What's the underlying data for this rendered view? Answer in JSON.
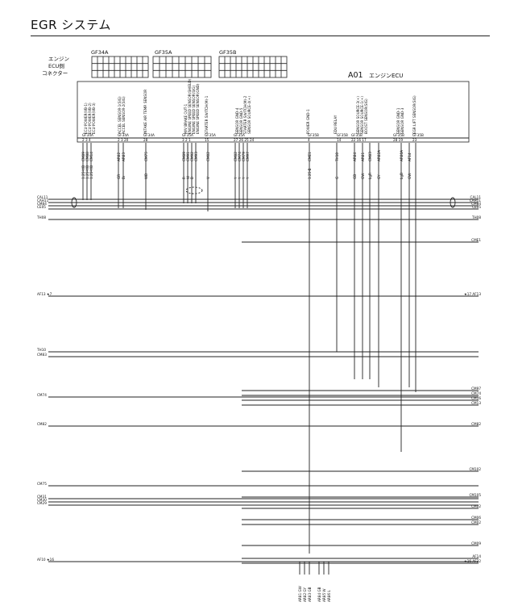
{
  "page": {
    "title": "EGR システム"
  },
  "ecu": {
    "name": "A01",
    "name_sub": "エンジンECU",
    "side_label": [
      "エンジン",
      "ECU側",
      "コネクター"
    ]
  },
  "connectors": [
    {
      "id": "GF34A"
    },
    {
      "id": "GF35A"
    },
    {
      "id": "GF35B"
    }
  ],
  "function_groups": [
    {
      "id": "f1",
      "lines": [
        "ECU POWER(VB-1)",
        "ECU POWER(VB-2)",
        "ECU POWER(VB-3)"
      ]
    },
    {
      "id": "f2",
      "lines": [
        "ACCEL SENSOR-1(SIG)",
        "ACCEL SENSOR-2(SIG)"
      ]
    },
    {
      "id": "f3",
      "lines": [
        "INTAKE AIR TEMP. SENSOR"
      ]
    },
    {
      "id": "f4",
      "lines": [
        "M/V BRAKE OUT-1",
        "ENGINE SPEED SENSOR(SHIELD)",
        "ENGINE SPEED SENSOR(SIG)",
        "ENGINE SPEED SENSOR(GND)"
      ]
    },
    {
      "id": "f5",
      "lines": [
        "STARTER SWITCH(M)-1"
      ]
    },
    {
      "id": "f6",
      "lines": [
        "SENSOR GND-4",
        "SENSOR GND-5",
        "STARTER SWITCH(M)-2",
        "SENSOR SOURCE-4(+)"
      ]
    },
    {
      "id": "f7",
      "lines": [
        "POWER GND-1"
      ]
    },
    {
      "id": "f8",
      "lines": [
        "EDU RELAY"
      ]
    },
    {
      "id": "f9",
      "lines": [
        "SENSOR SOURCE-3(+)",
        "SENSOR SOURCE-1(+)",
        "BOOST SENSOR(SIG)"
      ]
    },
    {
      "id": "f10",
      "lines": [
        "SENSOR GND-1",
        "SENSOR GND-3"
      ]
    },
    {
      "id": "f11",
      "lines": [
        "EGR LIFT SENSOR(SIG)"
      ]
    }
  ],
  "pin_groups": [
    {
      "conn": "GF34A",
      "pins": "2 3 4"
    },
    {
      "conn": "GF34A",
      "pins": "2 3 20"
    },
    {
      "conn": "GF34A",
      "pins": "28"
    },
    {
      "conn": "GF35A",
      "pins": "3 2 1"
    },
    {
      "conn": "GF35A",
      "pins": "15"
    },
    {
      "conn": "GF35A",
      "pins": "27 26 25 24"
    },
    {
      "conn": "GF35B",
      "pins": "4"
    },
    {
      "conn": "GF35B",
      "pins": "14"
    },
    {
      "conn": "GF35B",
      "pins": "22 16 17"
    },
    {
      "conn": "GF35B",
      "pins": "28 19"
    },
    {
      "conn": "GF35B",
      "pins": "23"
    }
  ],
  "wire_codes": [
    {
      "code": "CM89",
      "color": "1.25-Y/B"
    },
    {
      "code": "CM88",
      "color": "1.25-Y/B"
    },
    {
      "code": "CM14",
      "color": "1.25-Y/B"
    },
    {
      "code": "AR82",
      "color": "GR"
    },
    {
      "code": "AR83",
      "color": "Br"
    },
    {
      "code": "CM75",
      "color": "WB"
    },
    {
      "code": "CM89",
      "color": "R"
    },
    {
      "code": "CM91",
      "color": "W"
    },
    {
      "code": "CM92",
      "color": "B"
    },
    {
      "code": "CM93",
      "color": ""
    },
    {
      "code": "CM02",
      "color": "V"
    },
    {
      "code": "CM82",
      "color": "Y"
    },
    {
      "code": "CM74",
      "color": "Y"
    },
    {
      "code": "CM79",
      "color": "Y"
    },
    {
      "code": "CM97",
      "color": "Y"
    },
    {
      "code": "CME1",
      "color": "1.25-B"
    },
    {
      "code": "TH10",
      "color": "G"
    },
    {
      "code": "AR84",
      "color": "GB"
    },
    {
      "code": "AR81",
      "color": "GW"
    },
    {
      "code": "CM83",
      "color": "LgR"
    },
    {
      "code": "AR82A",
      "color": "GY"
    },
    {
      "code": "AR80A",
      "color": "LgB"
    },
    {
      "code": "AF14",
      "color": "GW"
    }
  ],
  "signals_left": [
    {
      "label": "CAL11"
    },
    {
      "label": "CAH11"
    },
    {
      "label": "CM84"
    },
    {
      "label": "CE05"
    },
    {
      "label": "TH08"
    },
    {
      "label": "AF13 ★7"
    },
    {
      "label": "TH10"
    },
    {
      "label": "CM83"
    },
    {
      "label": "CM74"
    },
    {
      "label": "CM82"
    },
    {
      "label": "CM75"
    },
    {
      "label": "CM31"
    },
    {
      "label": "CM30"
    },
    {
      "label": "CM29"
    },
    {
      "label": "AF10 ★16"
    }
  ],
  "signals_right": [
    {
      "label": "CAL11"
    },
    {
      "label": "CAH11"
    },
    {
      "label": "CM84"
    },
    {
      "label": "CE05"
    },
    {
      "label": "TH08"
    },
    {
      "label": "CME1"
    },
    {
      "label": "★17  AF13"
    },
    {
      "label": "CM97"
    },
    {
      "label": "CM74"
    },
    {
      "label": "CM16"
    },
    {
      "label": "CM13"
    },
    {
      "label": "CM82"
    },
    {
      "label": "CM102"
    },
    {
      "label": "CM105"
    },
    {
      "label": "CM02"
    },
    {
      "label": "CM06"
    },
    {
      "label": "CM02"
    },
    {
      "label": "CM09"
    },
    {
      "label": "AF14"
    },
    {
      "label": "★16  AF32"
    }
  ],
  "bottom_labels": [
    {
      "text": "AR81 GW"
    },
    {
      "text": "AR82 GY"
    },
    {
      "text": "AR83 GB"
    },
    {
      "text": "AR84 GB"
    },
    {
      "text": "AR85 W"
    },
    {
      "text": "AR86 L"
    }
  ]
}
